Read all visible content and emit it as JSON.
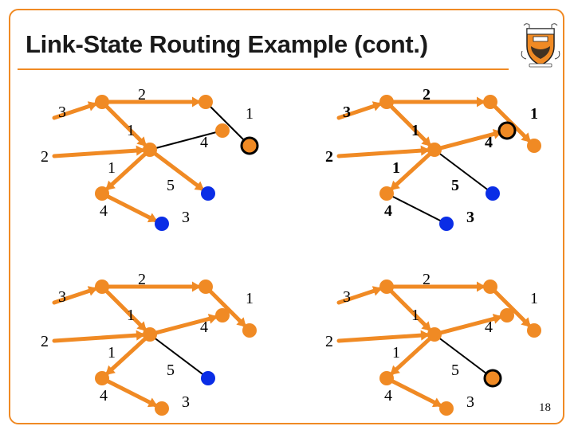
{
  "slide": {
    "title": "Link-State Routing Example (cont.)",
    "page_number": "18"
  },
  "colors": {
    "accent": "#f08a24",
    "link_black": "#000000",
    "node_orange": "#f08a24",
    "node_blue": "#0a2de6",
    "node_ring": "#000000"
  },
  "icons": [
    "princeton-shield-icon"
  ],
  "panels": [
    {
      "name": "top-left",
      "current_node": "dest-top",
      "blue_nodes": [
        "dest-mid",
        "dest-bot"
      ],
      "bold_labels": false,
      "tree_edges": [
        [
          "src",
          "n-top"
        ],
        [
          "src",
          "n-mid"
        ],
        [
          "n-mid",
          "n-bot"
        ],
        [
          "n-mid",
          "dest-mid"
        ],
        [
          "n-bot",
          "dest-bot"
        ]
      ],
      "labels": {
        "e1": "3",
        "e2": "2",
        "e3": "1",
        "e4": "2",
        "e5": "1",
        "e6": "4",
        "e7": "5",
        "e8": "4",
        "e9": "3",
        "e10": "1"
      }
    },
    {
      "name": "top-right",
      "current_node": "far-right",
      "blue_nodes": [
        "dest-mid",
        "dest-bot"
      ],
      "bold_labels": true,
      "tree_edges": [
        [
          "src",
          "n-top"
        ],
        [
          "src",
          "n-mid"
        ],
        [
          "n-mid",
          "n-bot"
        ],
        [
          "n-top",
          "dest-top"
        ],
        [
          "n-mid",
          "far-right"
        ]
      ],
      "labels": {
        "e1": "3",
        "e2": "2",
        "e3": "1",
        "e4": "2",
        "e5": "1",
        "e6": "4",
        "e7": "5",
        "e8": "4",
        "e9": "3",
        "e10": "1"
      }
    },
    {
      "name": "bottom-left",
      "current_node": "",
      "blue_nodes": [
        "dest-mid"
      ],
      "bold_labels": false,
      "tree_edges": [
        [
          "src",
          "n-top"
        ],
        [
          "src",
          "n-mid"
        ],
        [
          "n-mid",
          "n-bot"
        ],
        [
          "n-top",
          "dest-top"
        ],
        [
          "n-mid",
          "far-right"
        ],
        [
          "n-bot",
          "dest-bot"
        ]
      ],
      "labels": {
        "e1": "3",
        "e2": "2",
        "e3": "1",
        "e4": "2",
        "e5": "1",
        "e6": "4",
        "e7": "5",
        "e8": "4",
        "e9": "3",
        "e10": "1"
      }
    },
    {
      "name": "bottom-right",
      "current_node": "dest-mid",
      "blue_nodes": [],
      "bold_labels": false,
      "tree_edges": [
        [
          "src",
          "n-top"
        ],
        [
          "src",
          "n-mid"
        ],
        [
          "n-mid",
          "n-bot"
        ],
        [
          "n-top",
          "dest-top"
        ],
        [
          "n-mid",
          "far-right"
        ],
        [
          "n-bot",
          "dest-bot"
        ]
      ],
      "labels": {
        "e1": "3",
        "e2": "2",
        "e3": "1",
        "e4": "2",
        "e5": "1",
        "e6": "4",
        "e7": "5",
        "e8": "4",
        "e9": "3",
        "e10": "1"
      }
    }
  ]
}
